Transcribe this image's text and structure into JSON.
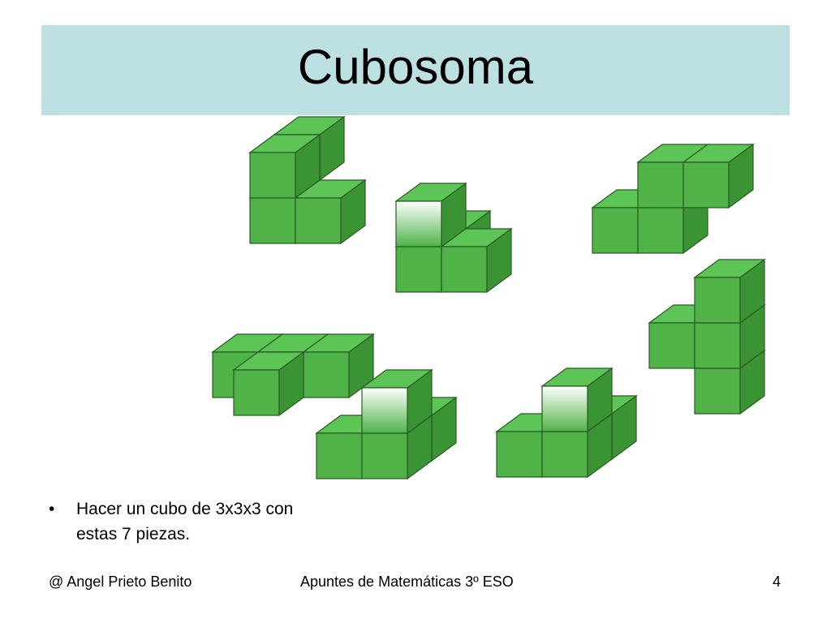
{
  "slide": {
    "title": "Cubosoma",
    "bullet_symbol": "•",
    "bullet_text": "Hacer un cubo de 3x3x3 con estas 7 piezas.",
    "footer_left": "@ Angel Prieto Benito",
    "footer_center": "Apuntes de Matemáticas 3º ESO",
    "footer_right": "4"
  },
  "colors": {
    "title_band": "#bde0e3",
    "cube_front": "#4fb348",
    "cube_top": "#5cc555",
    "cube_side": "#3a9434",
    "cube_edge": "#2a5a26",
    "cube_highlight": "#ffffff"
  },
  "pieces": [
    {
      "name": "piece-l-tall",
      "cubes": [
        [
          0,
          0,
          0
        ],
        [
          1,
          0,
          0
        ],
        [
          0,
          1,
          0
        ],
        [
          0,
          1,
          -1
        ]
      ]
    },
    {
      "name": "piece-t",
      "cubes": [
        [
          0,
          0,
          0
        ],
        [
          1,
          0,
          0
        ],
        [
          0,
          1,
          0
        ],
        [
          0,
          0,
          -1
        ]
      ],
      "highlight": [
        2
      ]
    },
    {
      "name": "piece-s",
      "cubes": [
        [
          0,
          0,
          0
        ],
        [
          1,
          0,
          0
        ],
        [
          1,
          1,
          0
        ],
        [
          2,
          1,
          0
        ]
      ]
    },
    {
      "name": "piece-flat-l",
      "cubes": [
        [
          0,
          0,
          0
        ],
        [
          1,
          0,
          0
        ],
        [
          2,
          0,
          0
        ],
        [
          1,
          0,
          1
        ]
      ]
    },
    {
      "name": "piece-l-front",
      "cubes": [
        [
          0,
          0,
          0
        ],
        [
          1,
          0,
          0
        ],
        [
          1,
          1,
          0
        ],
        [
          1,
          0,
          -1
        ]
      ],
      "highlight": [
        2
      ]
    },
    {
      "name": "piece-corner",
      "cubes": [
        [
          0,
          0,
          0
        ],
        [
          1,
          0,
          0
        ],
        [
          1,
          1,
          0
        ],
        [
          1,
          0,
          -1
        ]
      ],
      "highlight": [
        2
      ]
    },
    {
      "name": "piece-column",
      "cubes": [
        [
          0,
          0,
          0
        ],
        [
          0,
          1,
          0
        ],
        [
          0,
          2,
          0
        ],
        [
          -1,
          1,
          0
        ]
      ]
    }
  ]
}
